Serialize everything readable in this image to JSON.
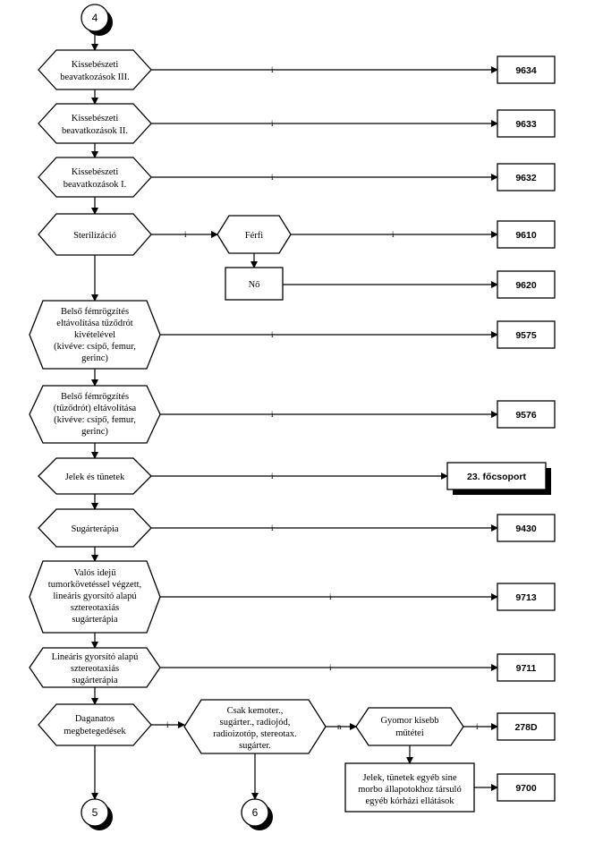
{
  "connectors": {
    "top": "4",
    "bottom_left": "5",
    "bottom_mid": "6"
  },
  "rows": [
    {
      "lines": [
        "Kissebészeti",
        "beavatkozások III."
      ],
      "edge": "i",
      "code": "9634"
    },
    {
      "lines": [
        "Kissebészeti",
        "beavatkozások II."
      ],
      "edge": "i",
      "code": "9633"
    },
    {
      "lines": [
        "Kissebészeti",
        "beavatkozások I."
      ],
      "edge": "i",
      "code": "9632"
    },
    {
      "lines": [
        "Sterilizáció"
      ],
      "edge": "i",
      "code": "9610",
      "branch": {
        "label": "Férfi",
        "edge": "i",
        "no_label": "Nő",
        "no_code": "9620"
      }
    },
    {
      "lines": [
        "Belső fémrögzítés",
        "eltávolítása tűződrót",
        "kivételével",
        "(kivéve: csípő, femur,",
        "gerinc)"
      ],
      "edge": "i",
      "code": "9575"
    },
    {
      "lines": [
        "Belső fémrögzítés",
        "(tűződrót) eltávolítása",
        "(kivéve: csípő, femur,",
        "gerinc)"
      ],
      "edge": "i",
      "code": "9576"
    },
    {
      "lines": [
        "Jelek és tünetek"
      ],
      "edge": "i",
      "code": "23. főcsoport"
    },
    {
      "lines": [
        "Sugárterápia"
      ],
      "edge": "i",
      "code": "9430"
    },
    {
      "lines": [
        "Valós idejű",
        "tumorkövetéssel végzett,",
        "lineáris gyorsító alapú",
        "sztereotaxiás",
        "sugárterápia"
      ],
      "edge": "i",
      "code": "9713"
    },
    {
      "lines": [
        "Lineáris gyorsító alapú",
        "sztereotaxiás",
        "sugárterápia"
      ],
      "edge": "i",
      "code": "9711"
    }
  ],
  "bottom": {
    "daganatos": [
      "Daganatos",
      "megbetegedések"
    ],
    "edge1": "i",
    "csak": [
      "Csak kemoter.,",
      "sugárter., radiojód,",
      "radioizotóp, stereotax.",
      "sugárter."
    ],
    "edge2": "n",
    "gyomor": [
      "Gyomor kisebb",
      "műtétei"
    ],
    "edge3": "i",
    "gyomor_code": "278D",
    "jelek": [
      "Jelek, tünetek egyéb sine",
      "morbo állapotokhoz társuló",
      "egyéb kórházi ellátások"
    ],
    "jelek_code": "9700"
  }
}
